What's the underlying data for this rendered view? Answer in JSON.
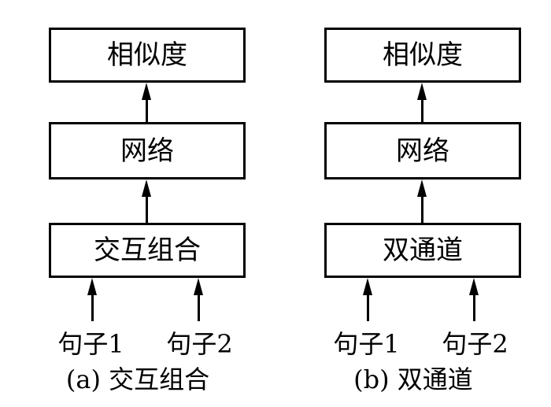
{
  "figure": {
    "background_color": "#ffffff",
    "stroke_color": "#000000",
    "text_color": "#000000",
    "panels": [
      {
        "id": "a",
        "caption": "(a) 交互组合",
        "boxes": {
          "top": "相似度",
          "middle": "网络",
          "bottom": "交互组合"
        },
        "inputs": {
          "left": "句子1",
          "right": "句子2"
        },
        "arrows": {
          "similarity": "arrow-up-icon",
          "network": "arrow-up-icon",
          "input_left": "arrow-up-icon",
          "input_right": "arrow-up-icon"
        }
      },
      {
        "id": "b",
        "caption": "(b) 双通道",
        "boxes": {
          "top": "相似度",
          "middle": "网络",
          "bottom": "双通道"
        },
        "inputs": {
          "left": "句子1",
          "right": "句子2"
        },
        "arrows": {
          "similarity": "arrow-up-icon",
          "network": "arrow-up-icon",
          "input_left": "arrow-up-icon",
          "input_right": "arrow-up-icon"
        }
      }
    ]
  }
}
